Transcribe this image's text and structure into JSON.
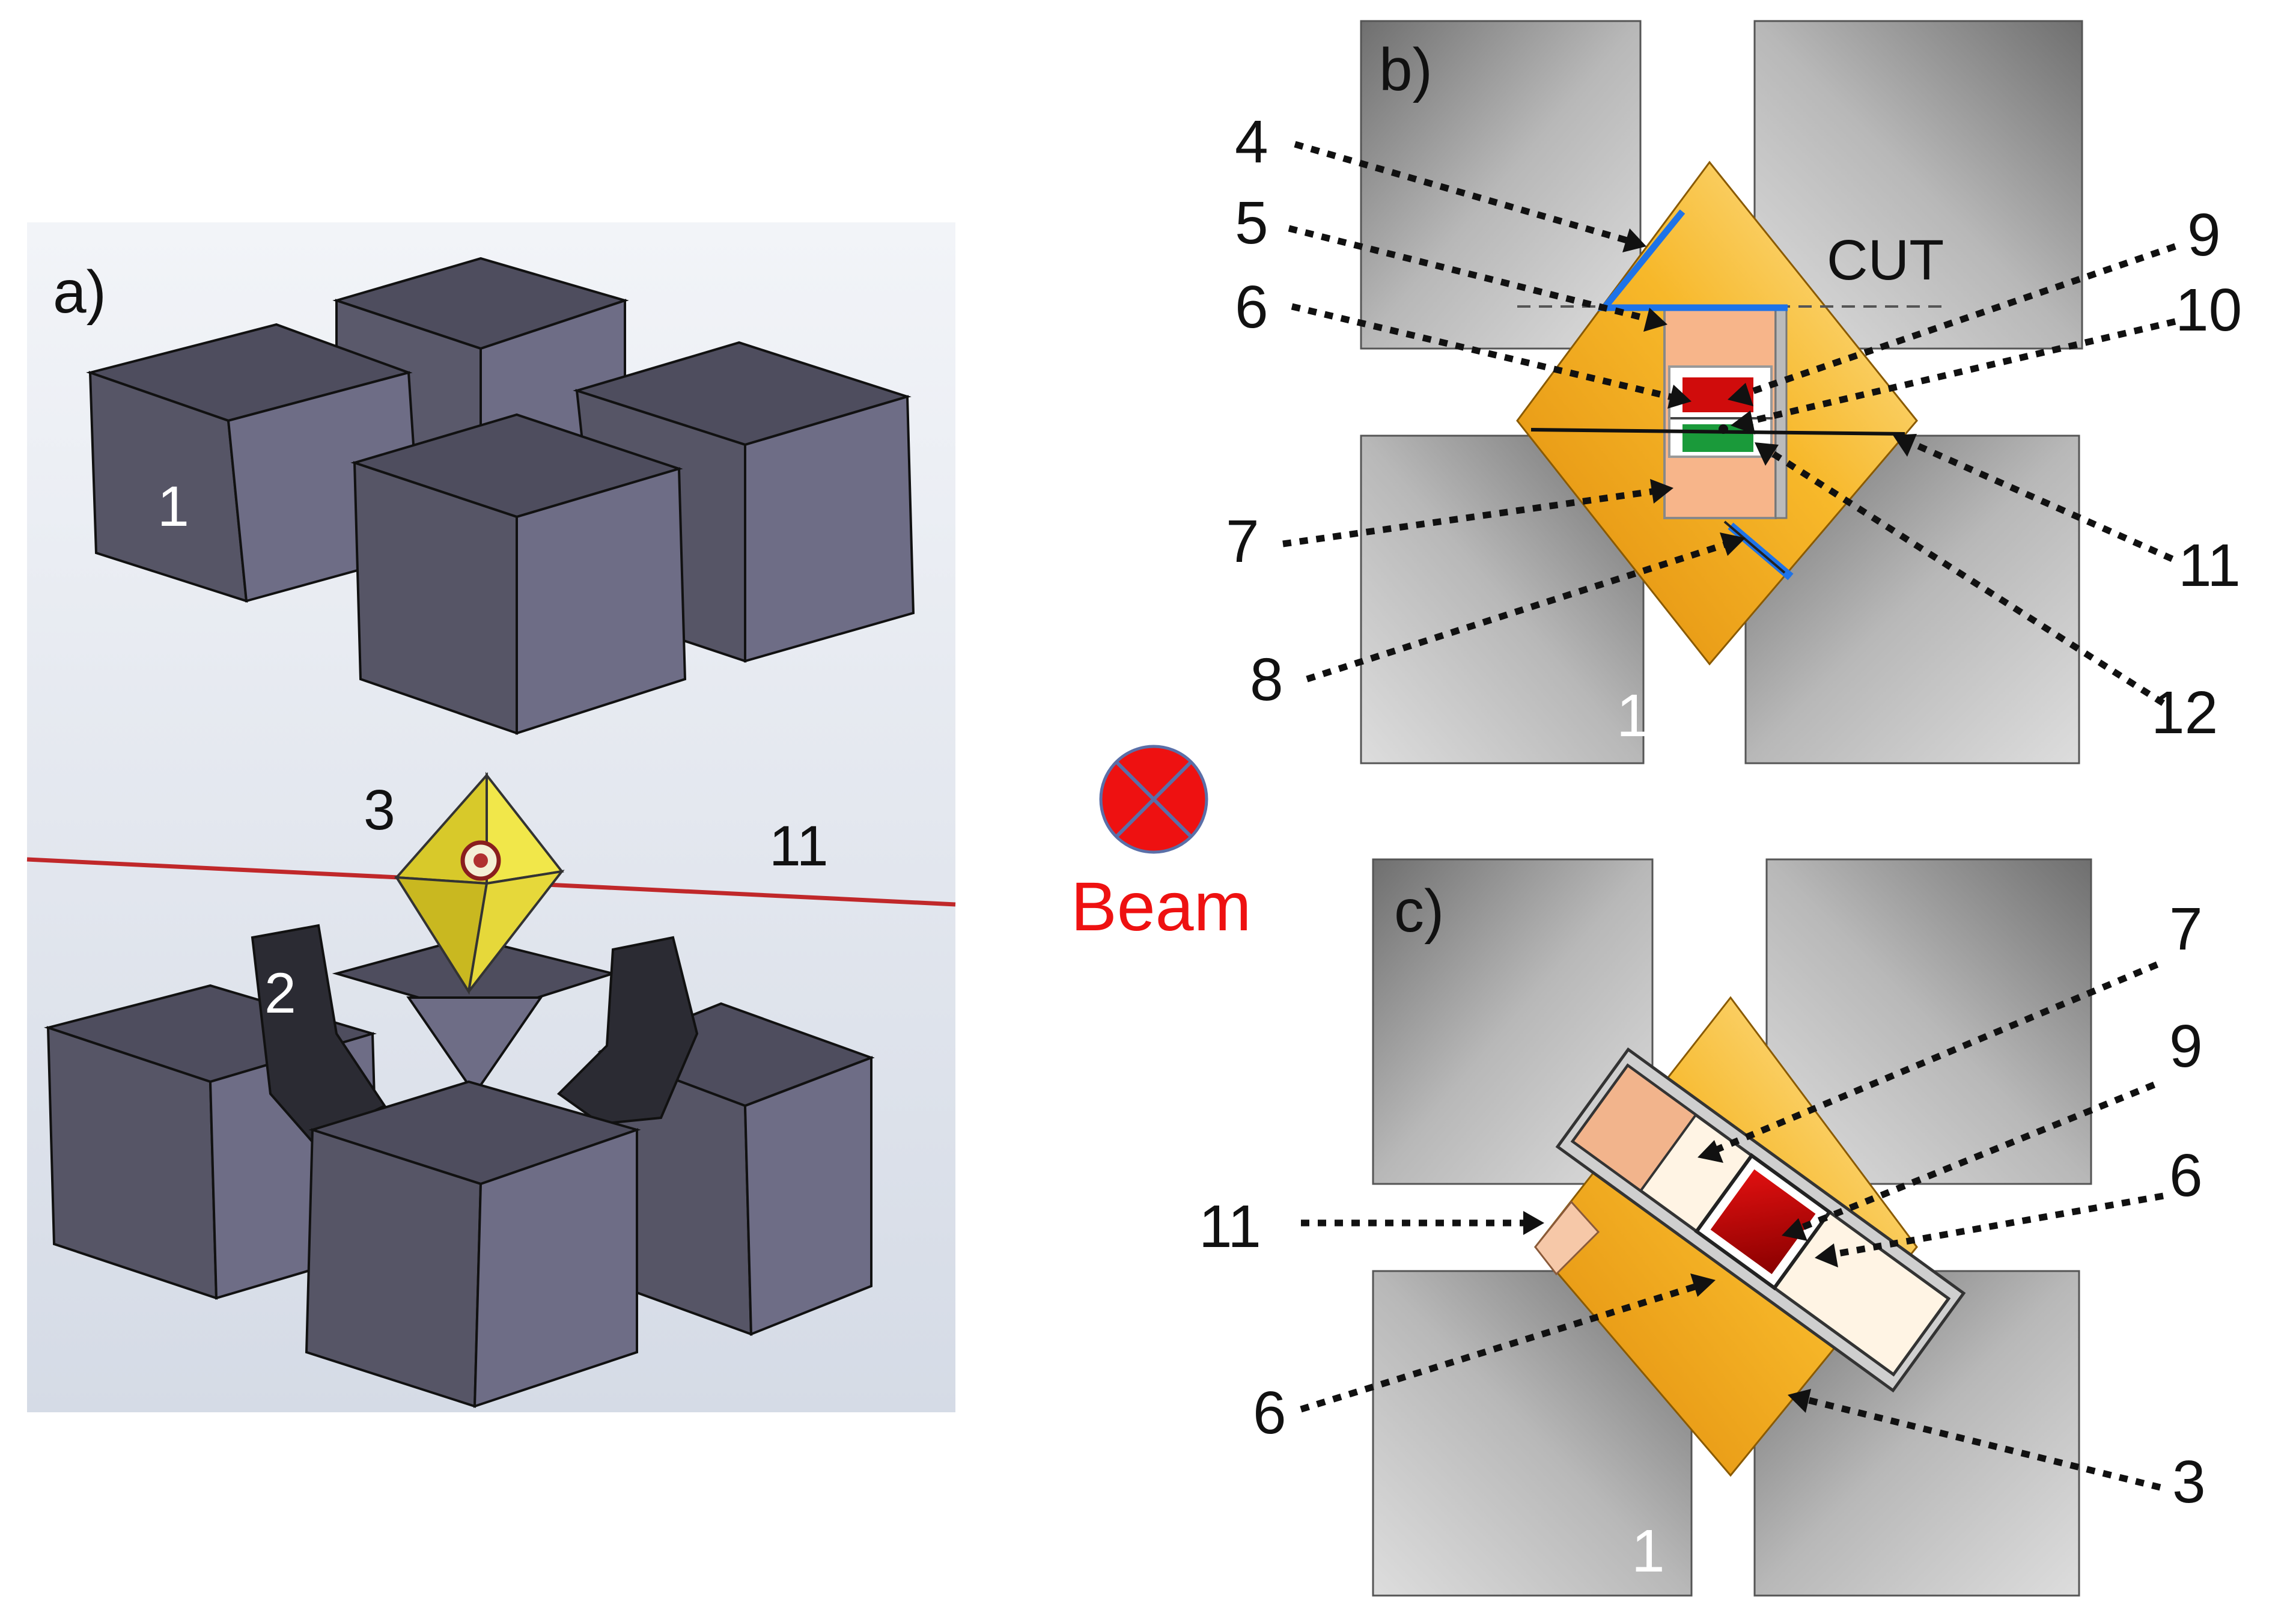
{
  "panels": {
    "a": {
      "tag": "a)",
      "cube_label": "1",
      "gasket_label": "2",
      "octahedron_label": "3",
      "wire_label": "11"
    },
    "b": {
      "tag": "b)",
      "cut_label": "CUT",
      "cube_label": "1",
      "callouts": [
        "4",
        "5",
        "6",
        "7",
        "8",
        "9",
        "10",
        "11",
        "12"
      ]
    },
    "c": {
      "tag": "c)",
      "cube_label": "1",
      "callouts_left": [
        "11",
        "6"
      ],
      "callouts_right": [
        "7",
        "9",
        "6",
        "3"
      ]
    }
  },
  "beam": {
    "label": "Beam",
    "symbol": "into-page-cross-icon"
  },
  "colors": {
    "beam_red": "#ee1111",
    "anvil_dark": "#4b4a5c",
    "octahedron_yellow": "#f5c518",
    "heater_blue": "#1e73e8",
    "sample_red": "#c00000",
    "sample_green": "#1a9a3a"
  }
}
